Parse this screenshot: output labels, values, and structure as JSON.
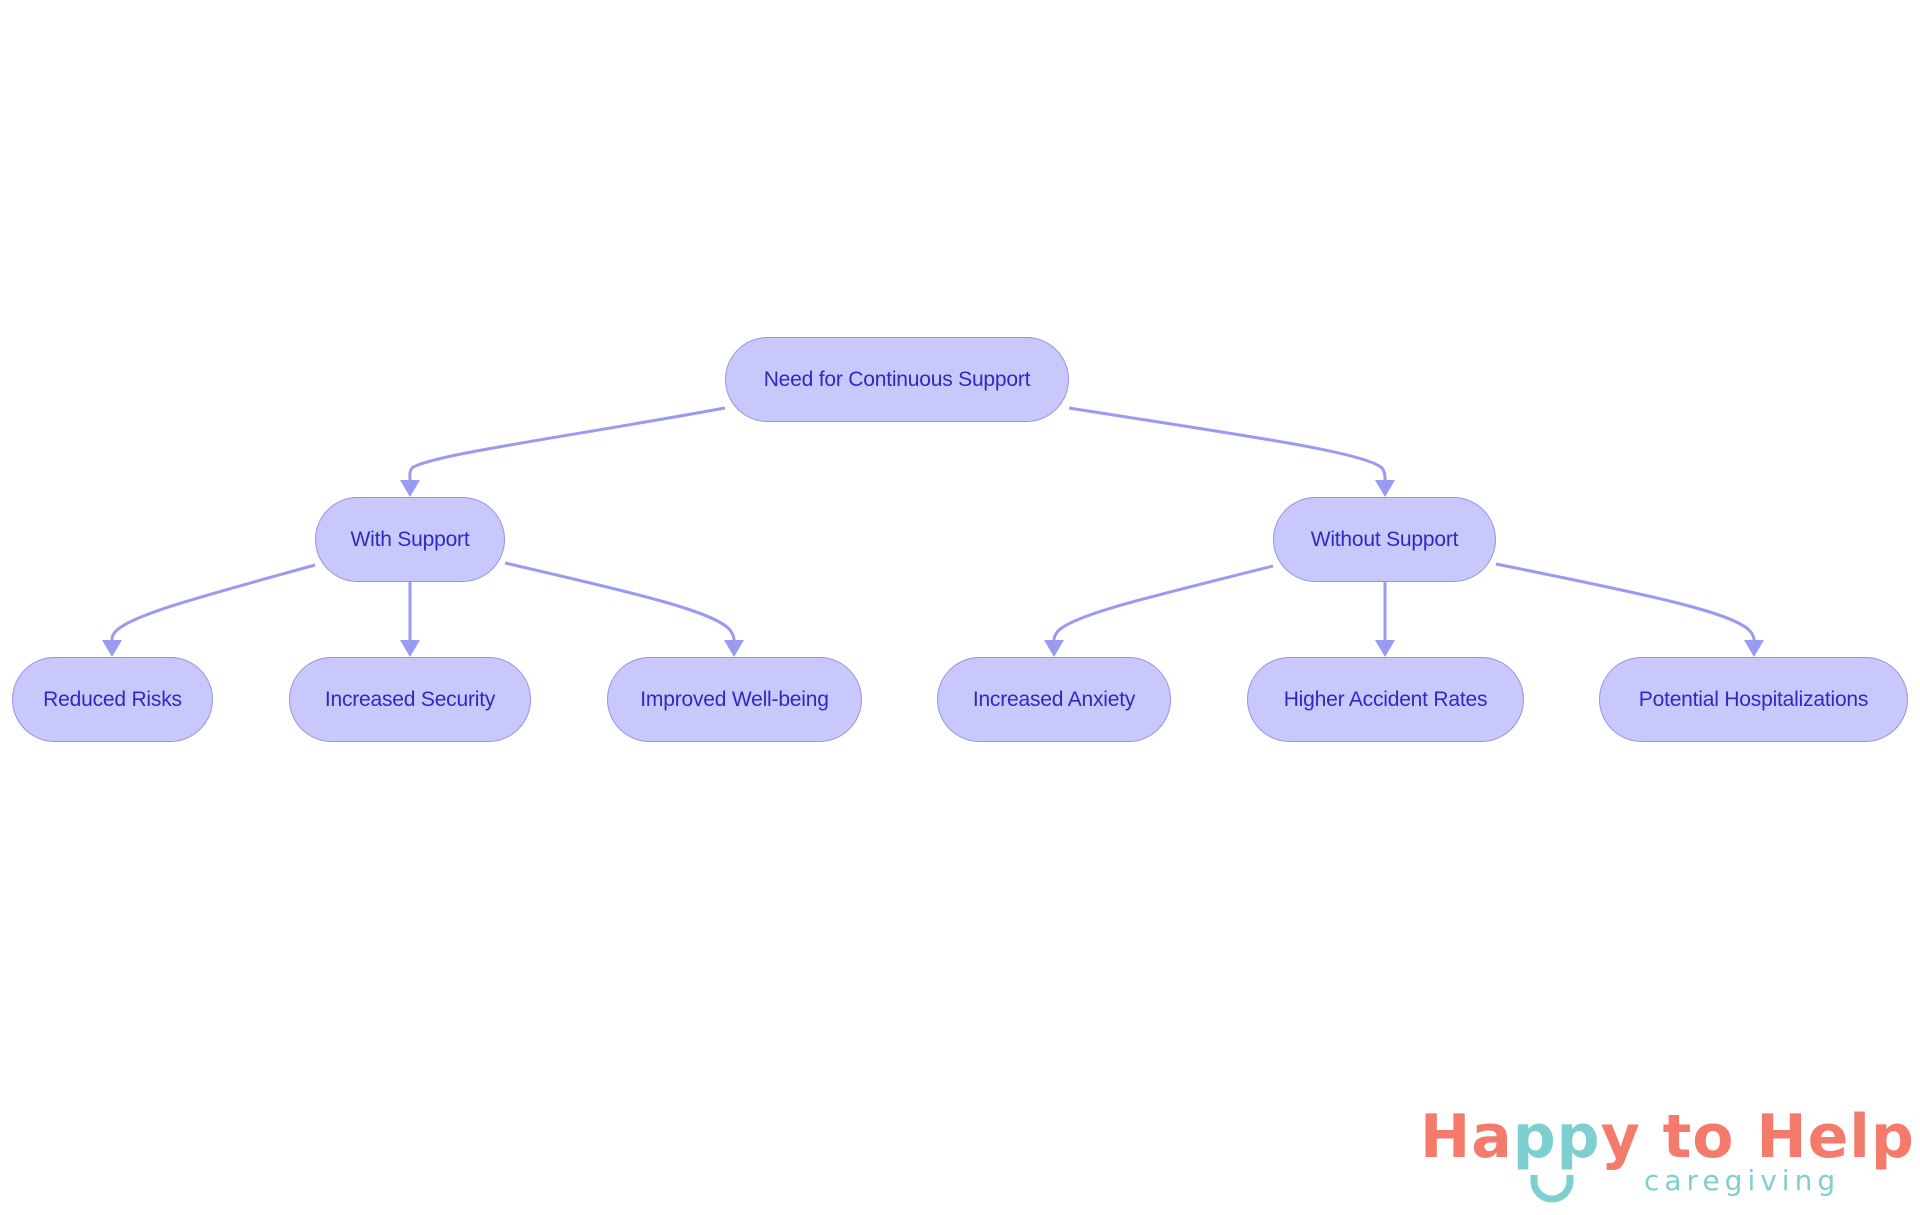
{
  "diagram": {
    "title": "Need for Continuous Support",
    "colors": {
      "node_fill": "#c8c8fc",
      "node_stroke": "#9393e8",
      "node_text": "#2b2bc4",
      "edge": "#9a9af0"
    },
    "nodes": {
      "root": {
        "label": "Need for Continuous Support"
      },
      "with_support": {
        "label": "With Support"
      },
      "without_support": {
        "label": "Without Support"
      },
      "reduced_risks": {
        "label": "Reduced Risks"
      },
      "increased_security": {
        "label": "Increased Security"
      },
      "improved_wellbeing": {
        "label": "Improved Well-being"
      },
      "increased_anxiety": {
        "label": "Increased Anxiety"
      },
      "higher_accident_rates": {
        "label": "Higher Accident Rates"
      },
      "potential_hospitalizations": {
        "label": "Potential Hospitalizations"
      }
    },
    "edges": [
      {
        "from": "Need for Continuous Support",
        "to": "With Support"
      },
      {
        "from": "Need for Continuous Support",
        "to": "Without Support"
      },
      {
        "from": "With Support",
        "to": "Reduced Risks"
      },
      {
        "from": "With Support",
        "to": "Increased Security"
      },
      {
        "from": "With Support",
        "to": "Improved Well-being"
      },
      {
        "from": "Without Support",
        "to": "Increased Anxiety"
      },
      {
        "from": "Without Support",
        "to": "Higher Accident Rates"
      },
      {
        "from": "Without Support",
        "to": "Potential Hospitalizations"
      }
    ]
  },
  "logo": {
    "part_ha": "Ha",
    "part_pp": "pp",
    "part_rest": "y to Help",
    "subtitle": "caregiving",
    "colors": {
      "coral": "#f47a6c",
      "teal": "#7ecfcf"
    }
  }
}
